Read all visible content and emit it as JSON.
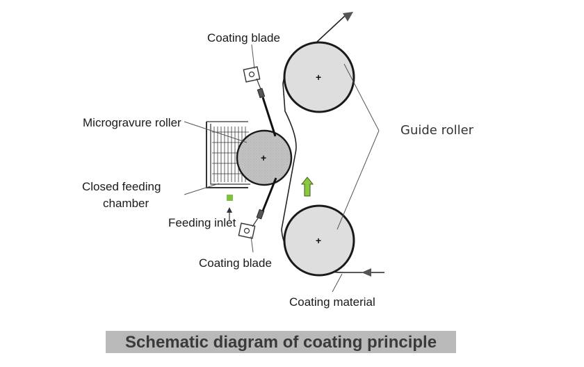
{
  "labels": {
    "coating_blade_top": "Coating blade",
    "microgravure_roller": "Microgravure roller",
    "closed_feeding_chamber_line1": "Closed feeding",
    "closed_feeding_chamber_line2": "chamber",
    "feeding_inlet": "Feeding inlet",
    "coating_blade_bottom": "Coating blade",
    "guide_roller": "Guide roller",
    "coating_material": "Coating material"
  },
  "caption": "Schematic diagram of coating principle",
  "colors": {
    "roller_fill": "#dedede",
    "gravure_fill": "#bdbdbd",
    "arrow_green": "#8dc63f",
    "feed_green": "#7dc242",
    "caption_bg": "#b9b9b9",
    "line": "#222222"
  }
}
